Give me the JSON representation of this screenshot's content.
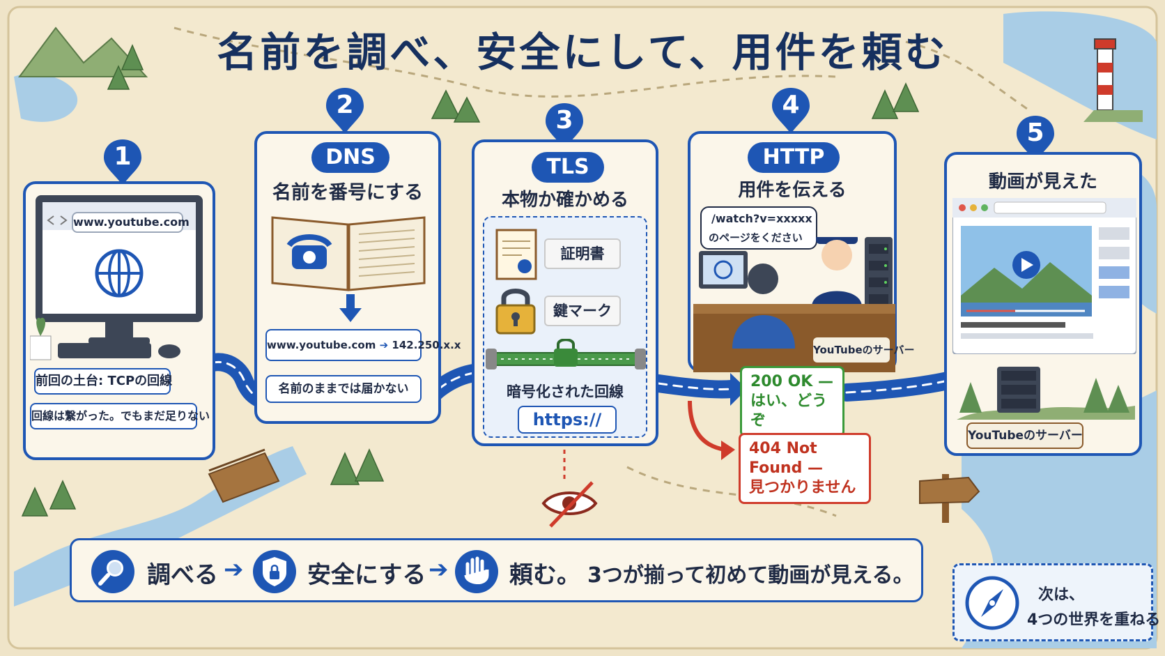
{
  "title": "名前を調べ、安全にして、用件を頼む",
  "steps": [
    {
      "number": "1",
      "url_bar": "www.youtube.com",
      "base_label": "前回の土台: TCPの回線",
      "note": "回線は繋がった。でもまだ足りない"
    },
    {
      "number": "2",
      "protocol": "DNS",
      "heading": "名前を番号にする",
      "mapping_name": "www.youtube.com",
      "mapping_ip": "142.250.x.x",
      "note": "名前のままでは届かない"
    },
    {
      "number": "3",
      "protocol": "TLS",
      "heading": "本物か確かめる",
      "items": [
        "証明書",
        "鍵マーク",
        "暗号化された回線"
      ],
      "scheme": "https://"
    },
    {
      "number": "4",
      "protocol": "HTTP",
      "heading": "用件を伝える",
      "request_line1": "/watch?v=xxxxx",
      "request_line2": "のページをください",
      "server_label": "YouTubeのサーバー",
      "ok_line1": "200 OK —",
      "ok_line2": "はい、どうぞ",
      "ng_line1": "404 Not Found —",
      "ng_line2": "見つかりません"
    },
    {
      "number": "5",
      "heading": "動画が見えた",
      "server_label": "YouTubeのサーバー"
    }
  ],
  "summary": {
    "word1": "調べる",
    "word2": "安全にする",
    "word3": "頼む。",
    "tail": "3つが揃って初めて動画が見える。"
  },
  "next": {
    "line1": "次は、",
    "line2": "4つの世界を重ねる"
  },
  "colors": {
    "primary_blue": "#1e56b4",
    "navy_text": "#16305f",
    "ok_green": "#3a9a3a",
    "error_red": "#cf3b2b",
    "parchment": "#efe4c8"
  },
  "icons": {
    "summary1": "magnifier-icon",
    "summary2": "shield-lock-icon",
    "summary3": "hand-icon",
    "next": "compass-icon",
    "eavesdrop": "crossed-eye-icon"
  }
}
